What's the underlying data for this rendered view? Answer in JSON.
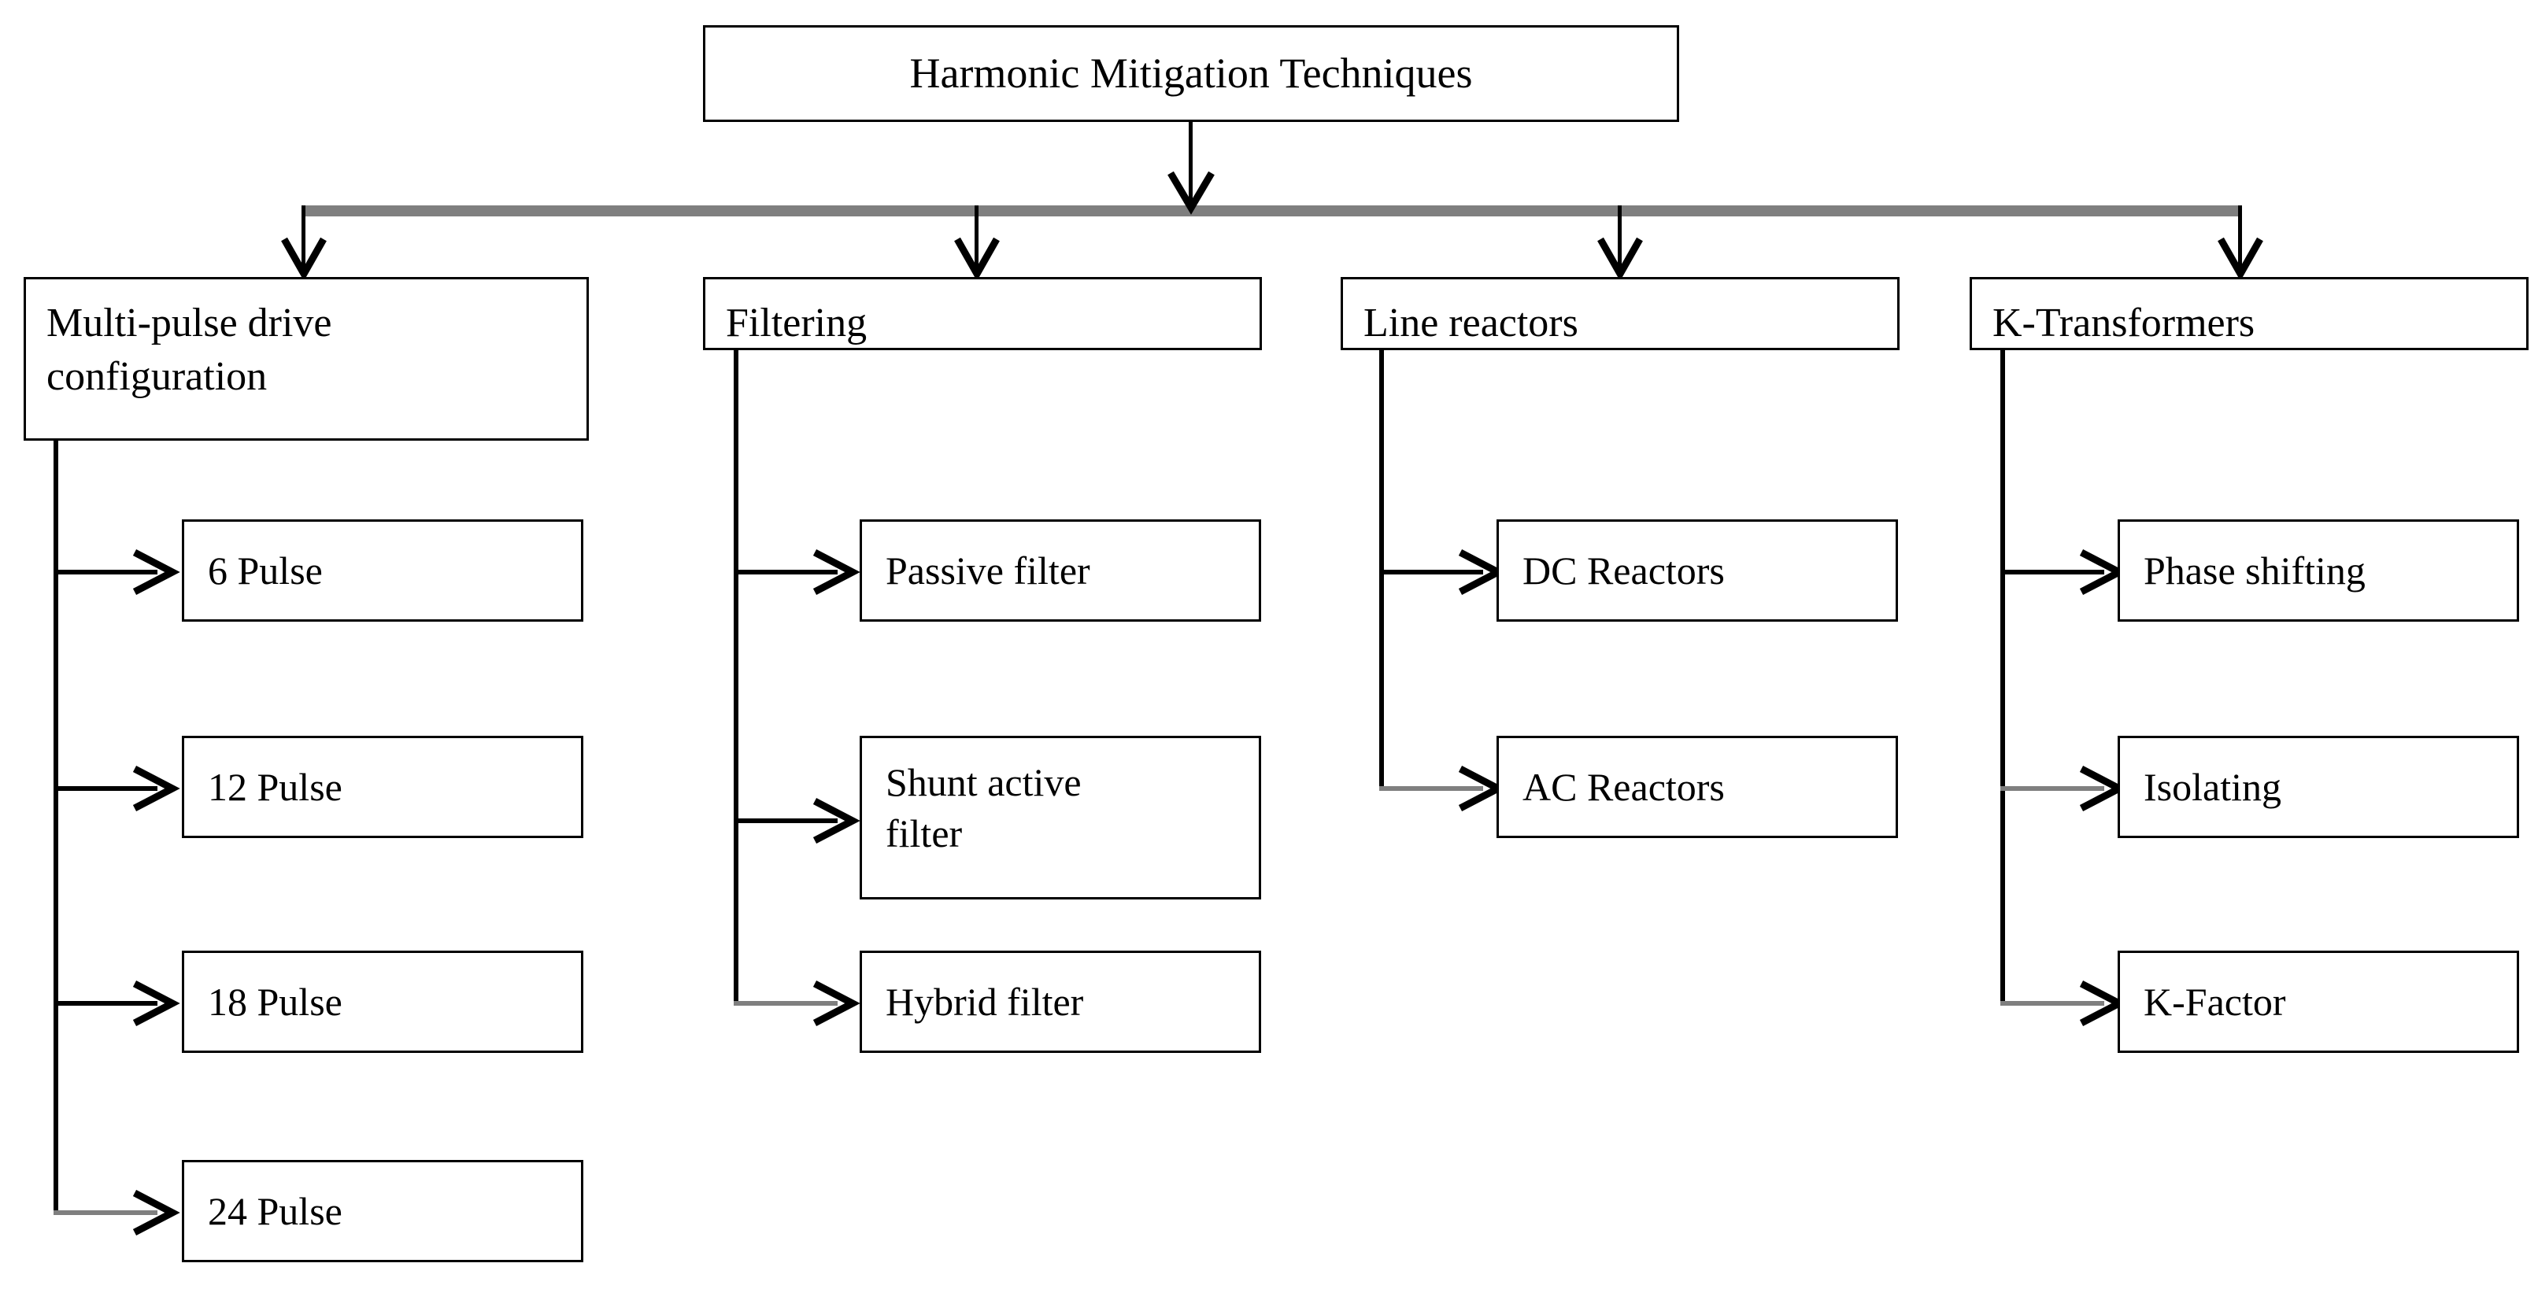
{
  "diagram": {
    "title": "Harmonic Mitigation Techniques",
    "root": {
      "label": "Harmonic Mitigation Techniques"
    },
    "branches": [
      {
        "id": "multi-pulse-drive-configuration",
        "label": "Multi-pulse drive\nconfiguration",
        "children": [
          {
            "id": "6-pulse",
            "label": "6 Pulse"
          },
          {
            "id": "12-pulse",
            "label": "12 Pulse"
          },
          {
            "id": "18-pulse",
            "label": "18 Pulse"
          },
          {
            "id": "24-pulse",
            "label": "24 Pulse"
          }
        ]
      },
      {
        "id": "filtering",
        "label": "Filtering",
        "children": [
          {
            "id": "passive-filter",
            "label": "Passive filter"
          },
          {
            "id": "shunt-active-filter",
            "label": "Shunt active\nfilter"
          },
          {
            "id": "hybrid-filter",
            "label": "Hybrid  filter"
          }
        ]
      },
      {
        "id": "line-reactors",
        "label": "Line reactors",
        "children": [
          {
            "id": "dc-reactors",
            "label": "DC  Reactors"
          },
          {
            "id": "ac-reactors",
            "label": "AC Reactors"
          }
        ]
      },
      {
        "id": "k-transformers",
        "label": "K-Transformers",
        "children": [
          {
            "id": "phase-shifting",
            "label": "Phase shifting"
          },
          {
            "id": "isolating",
            "label": "Isolating"
          },
          {
            "id": "k-factor",
            "label": "K-Factor"
          }
        ]
      }
    ],
    "colors": {
      "box_border": "#000000",
      "box_fill": "#ffffff",
      "connector": "#000000",
      "distribution_bar": "#7f7f7f",
      "text": "#000000",
      "background": "#ffffff"
    }
  }
}
